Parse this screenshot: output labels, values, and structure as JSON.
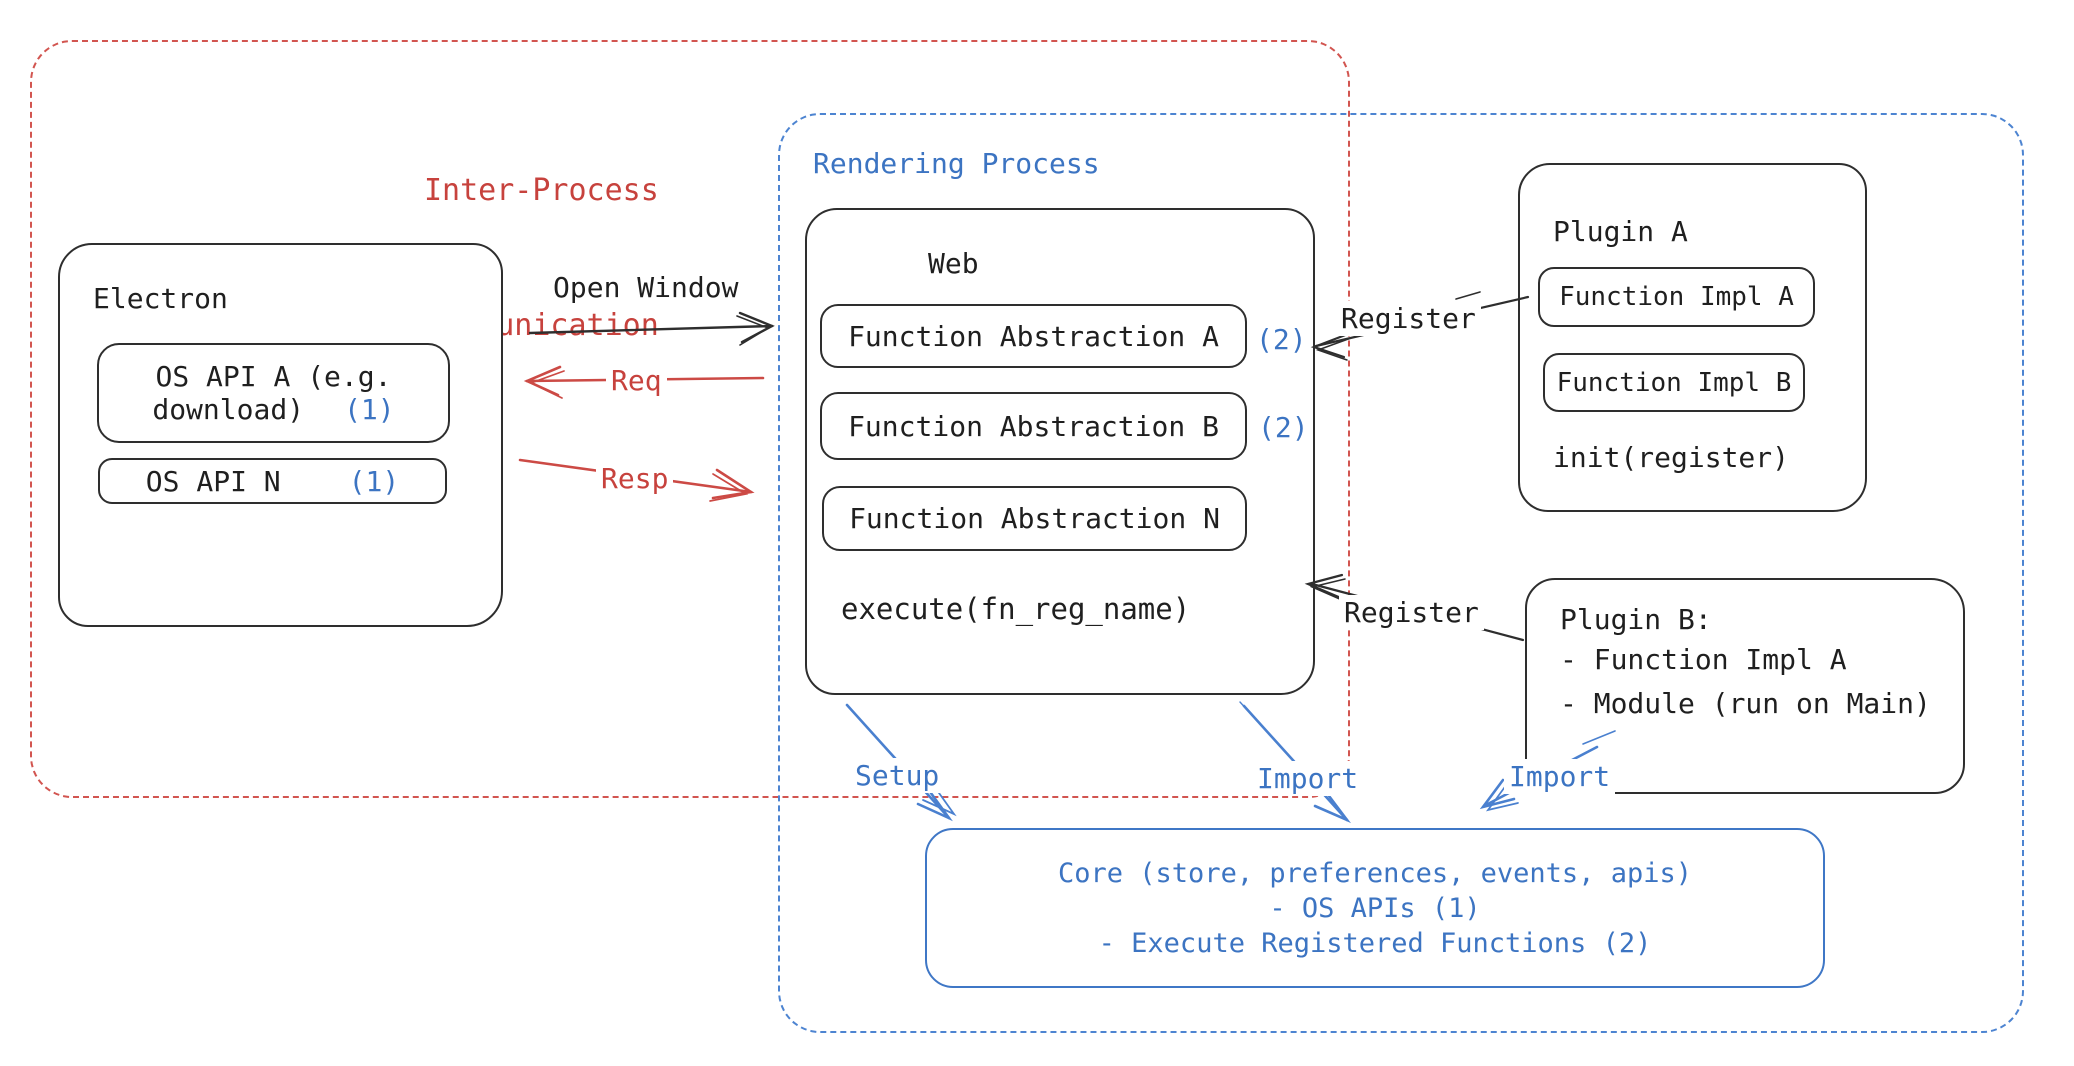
{
  "ipc": {
    "title_line1": "Inter-Process",
    "title_line2": "Communication"
  },
  "rendering": {
    "title": "Rendering Process"
  },
  "electron": {
    "title": "Electron",
    "os_api_a_line1": "OS API A (e.g.",
    "os_api_a_line2": "download)",
    "os_api_a_badge": "(1)",
    "os_api_n": "OS API N",
    "os_api_n_badge": "(1)"
  },
  "web": {
    "title": "Web",
    "fn_a": "Function Abstraction A",
    "fn_a_badge": "(2)",
    "fn_b": "Function Abstraction B",
    "fn_b_badge": "(2)",
    "fn_n": "Function Abstraction N",
    "execute": "execute(fn_reg_name)"
  },
  "plugin_a": {
    "title": "Plugin A",
    "impl_a": "Function Impl A",
    "impl_b": "Function Impl B",
    "init": "init(register)"
  },
  "plugin_b": {
    "title": "Plugin B:",
    "item1": "- Function Impl A",
    "item2": "- Module (run on Main)"
  },
  "core": {
    "line1": "Core (store, preferences, events, apis)",
    "line2": "- OS APIs (1)",
    "line3": "- Execute Registered Functions (2)"
  },
  "arrows": {
    "open_window": "Open Window",
    "req": "Req",
    "resp": "Resp",
    "register_a": "Register",
    "register_b": "Register",
    "setup": "Setup",
    "import_web": "Import",
    "import_plugin": "Import"
  },
  "colors": {
    "red": "#c7423d",
    "blue": "#3c74c2",
    "black": "#1f1f1f"
  }
}
